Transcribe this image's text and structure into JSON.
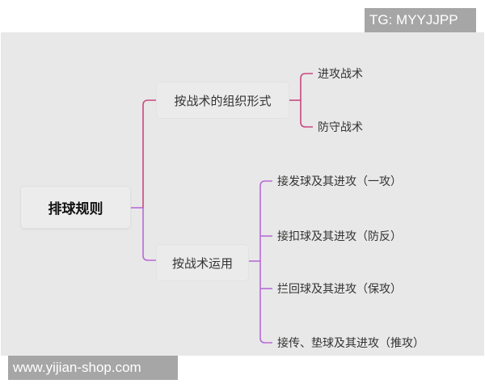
{
  "watermarks": {
    "top": "TG: MYYJJPP",
    "bottom": "www.yijian-shop.com"
  },
  "mindmap": {
    "root": "排球规则",
    "branches": [
      {
        "label": "按战术的组织形式",
        "color": "#c9487f",
        "children": [
          "进攻战术",
          "防守战术"
        ]
      },
      {
        "label": "按战术运用",
        "color": "#b76bd6",
        "children": [
          "接发球及其进攻（一攻）",
          "接扣球及其进攻（防反）",
          "拦回球及其进攻（保攻）",
          "接传、垫球及其进攻（推攻）"
        ]
      }
    ]
  },
  "colors": {
    "canvas_bg": "#e8e8e8",
    "branch1_line": "#c9487f",
    "branch2_line": "#b76bd6",
    "watermark_bg": "#a6a6a6"
  }
}
